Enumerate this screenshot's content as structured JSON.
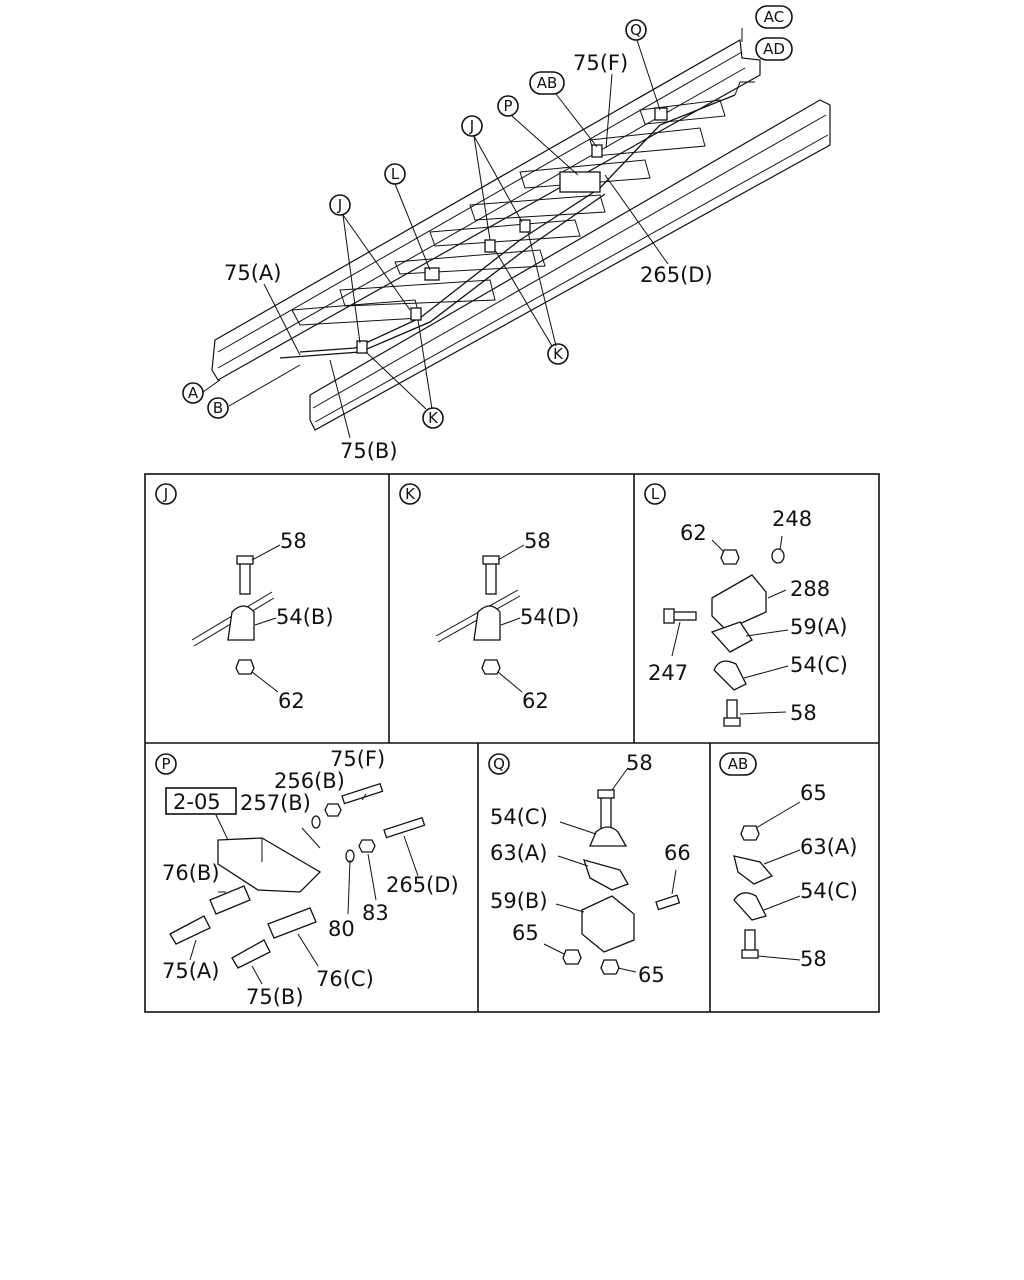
{
  "overview": {
    "connectors": {
      "a": "A",
      "b": "B",
      "ac": "AC",
      "ad": "AD"
    },
    "callouts": {
      "j1": "J",
      "j2": "J",
      "k1": "K",
      "k2": "K",
      "l": "L",
      "p": "P",
      "q": "Q",
      "ab": "AB"
    },
    "labels": {
      "p75a": "75(A)",
      "p75b": "75(B)",
      "p75f": "75(F)",
      "p265d": "265(D)"
    }
  },
  "panels": {
    "j": {
      "title": "J",
      "parts": [
        "58",
        "54(B)",
        "62"
      ]
    },
    "k": {
      "title": "K",
      "parts": [
        "58",
        "54(D)",
        "62"
      ]
    },
    "l": {
      "title": "L",
      "parts": [
        "62",
        "248",
        "288",
        "59(A)",
        "54(C)",
        "247",
        "58"
      ]
    },
    "p": {
      "title": "P",
      "ref": "2-05",
      "parts": [
        "75(F)",
        "256(B)",
        "257(B)",
        "76(B)",
        "80",
        "83",
        "265(D)",
        "75(A)",
        "75(B)",
        "76(C)"
      ]
    },
    "q": {
      "title": "Q",
      "parts": [
        "58",
        "54(C)",
        "63(A)",
        "66",
        "59(B)",
        "65",
        "65"
      ]
    },
    "ab": {
      "title": "AB",
      "parts": [
        "65",
        "63(A)",
        "54(C)",
        "58"
      ]
    }
  }
}
